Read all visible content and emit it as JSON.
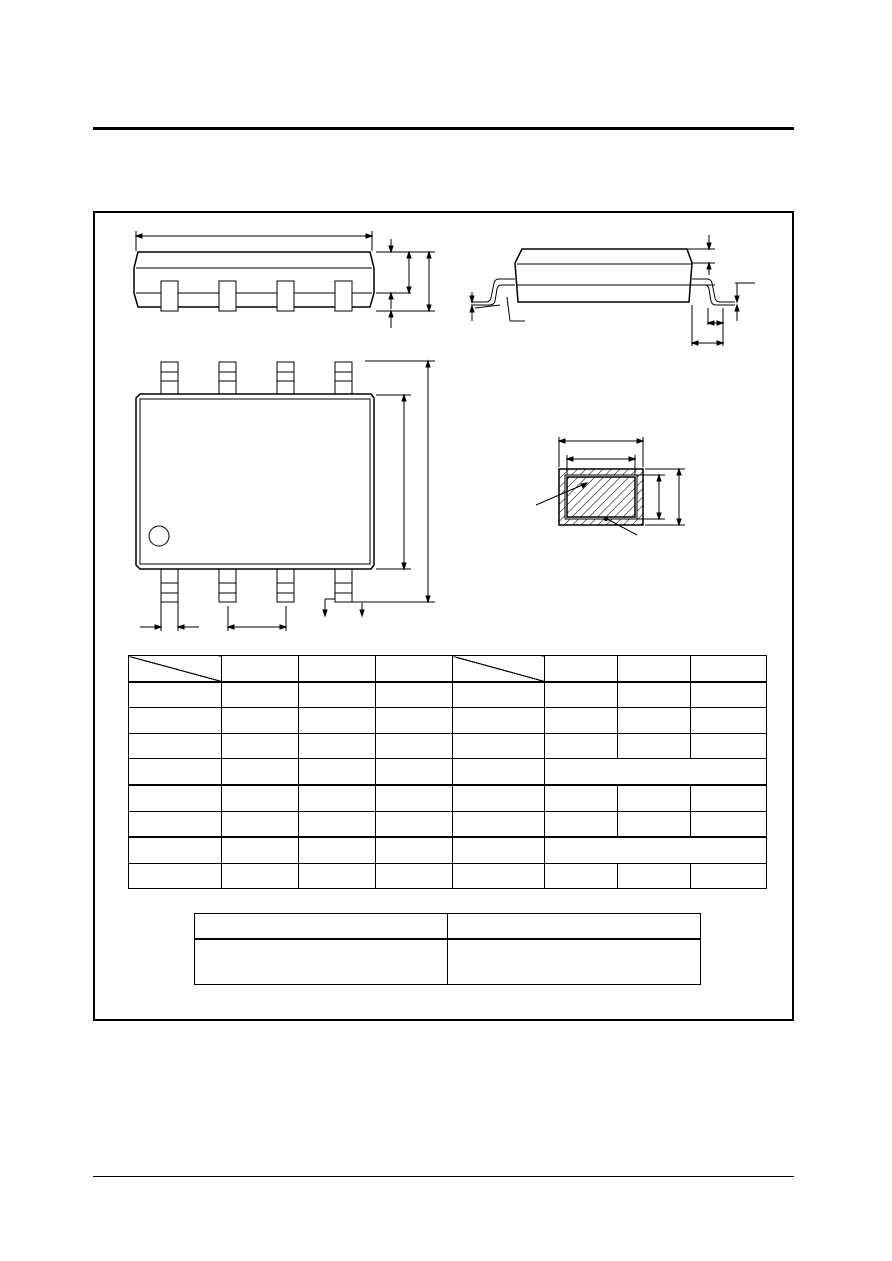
{
  "document": {
    "style": {
      "line_color": "#000000",
      "paper_color": "#ffffff"
    },
    "drawings": {
      "side_view": {
        "icon": "sop8-side-view-drawing",
        "lead_count": 4
      },
      "end_view": {
        "icon": "sop8-end-view-drawing"
      },
      "top_view": {
        "icon": "sop8-top-view-drawing",
        "leads_per_side": 4,
        "pin1_marker": "circle"
      },
      "land_pattern": {
        "icon": "land-pattern-hatched-drawing"
      }
    },
    "dimension_table": {
      "rows": 8,
      "columns": 8,
      "diagonal_header_cells": 2
    },
    "notes_table": {
      "rows": 2,
      "columns": 2
    }
  }
}
